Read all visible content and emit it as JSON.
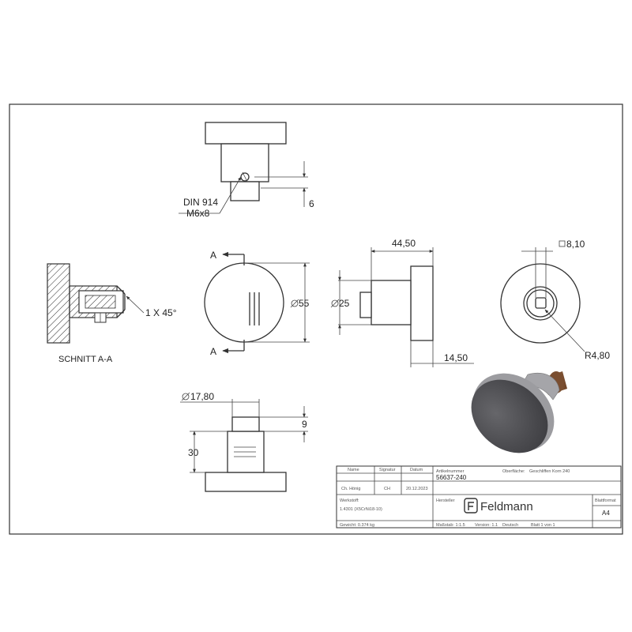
{
  "annotations": {
    "screw_line1": "DIN 914",
    "screw_line2": "M6x8",
    "dim_6": "6",
    "section_label": "SCHNITT A-A",
    "chamfer": "1 X 45°",
    "section_mark_top": "A",
    "section_mark_bottom": "A",
    "dia_55": "55",
    "dim_44_50": "44,50",
    "dia_25": "25",
    "dim_14_50": "14,50",
    "square_8_10": "8,10",
    "radius_4_80": "R4,80",
    "dia_17_80": "17,80",
    "dim_9": "9",
    "dim_30": "30"
  },
  "title_block": {
    "header_name": "Name",
    "header_signature": "Signatur",
    "header_date": "Datum",
    "drawn_by": "Ch. Hönig",
    "signature": "CH",
    "date": "20.12.2023",
    "article_number_label": "Artikelnummer",
    "article_number": "56637-240",
    "surface_label": "Oberfläche:",
    "surface_value": "Geschliffen Korn 240",
    "material_label": "Werkstoff:",
    "material_value": "1.4301 (X5CrNi18-10)",
    "manufacturer_label": "Hersteller",
    "logo_text": "Feldmann",
    "sheet_format_label": "Blattformat",
    "sheet_format": "A4",
    "weight": "Gewicht: 0.374 kg",
    "scale": "Maßstab: 1:1.5",
    "version": "Version: 1.1",
    "language": "Deutsch",
    "sheet_count": "Blatt 1 von 1"
  },
  "colors": {
    "line": "#333333",
    "render_face": "#555558",
    "render_rim": "#9a9a9e",
    "render_pin": "#8a5a3a"
  }
}
